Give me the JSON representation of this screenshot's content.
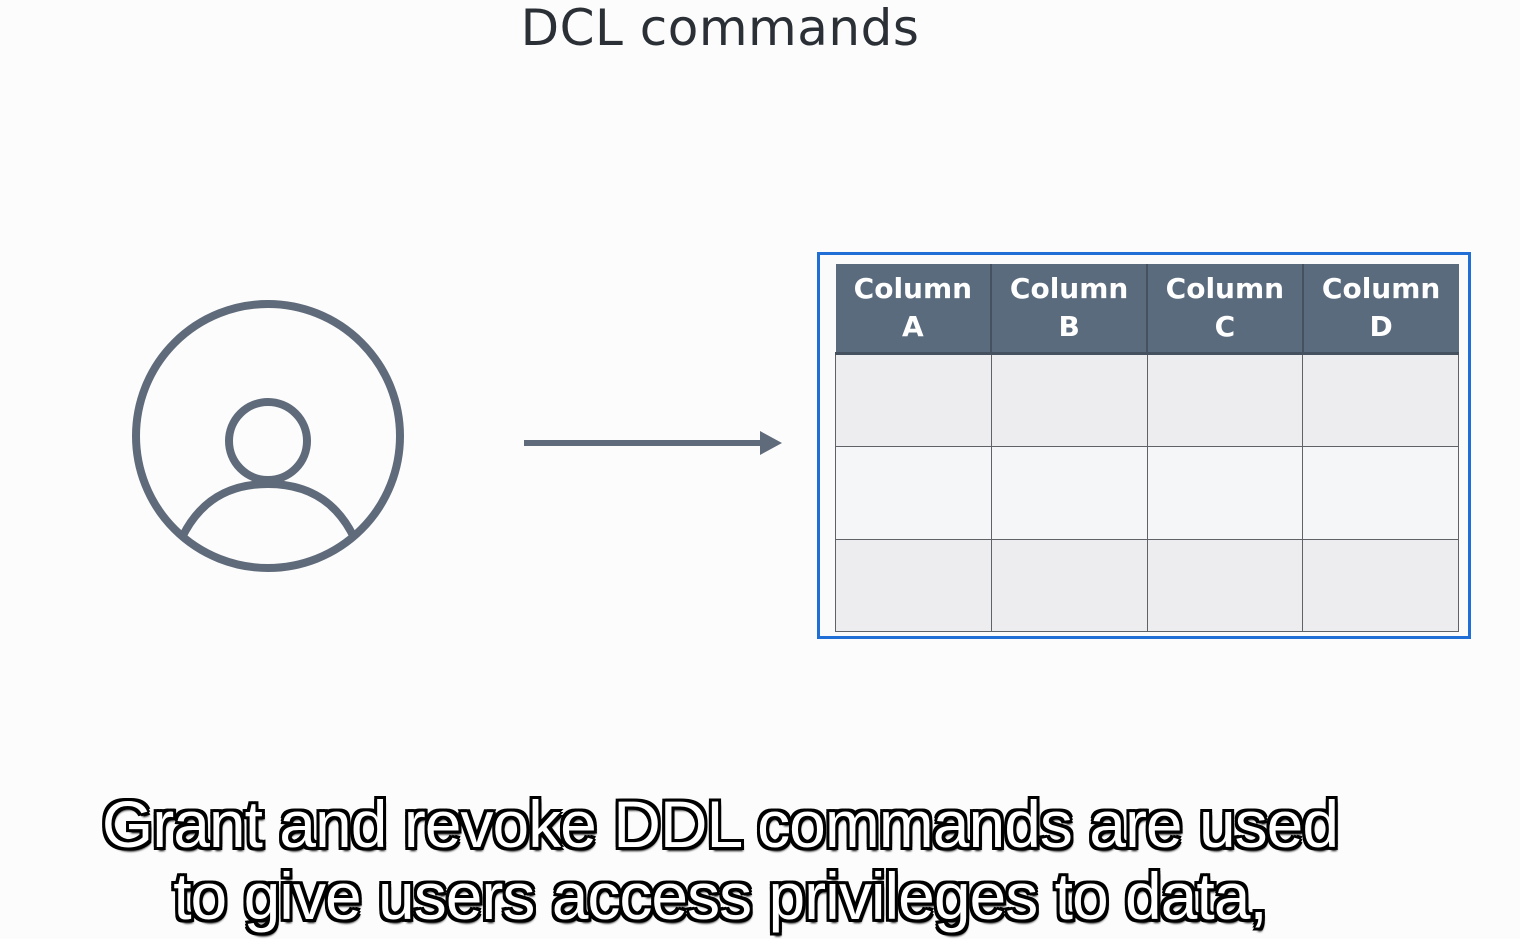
{
  "title": "DCL commands",
  "icons": {
    "user": "user-account-icon",
    "arrow": "arrow-right-icon"
  },
  "colors": {
    "icon": "#5f6b7a",
    "table_frame": "#1f6fd6",
    "table_header": "#5b6b7e"
  },
  "table": {
    "headers": [
      {
        "line1": "Column",
        "line2": "A"
      },
      {
        "line1": "Column",
        "line2": "B"
      },
      {
        "line1": "Column",
        "line2": "C"
      },
      {
        "line1": "Column",
        "line2": "D"
      }
    ],
    "rows": [
      [
        "",
        "",
        "",
        ""
      ],
      [
        "",
        "",
        "",
        ""
      ],
      [
        "",
        "",
        "",
        ""
      ]
    ]
  },
  "caption": {
    "line1": "Grant and revoke DDL commands are used",
    "line2": "to give users access privileges to data,"
  }
}
